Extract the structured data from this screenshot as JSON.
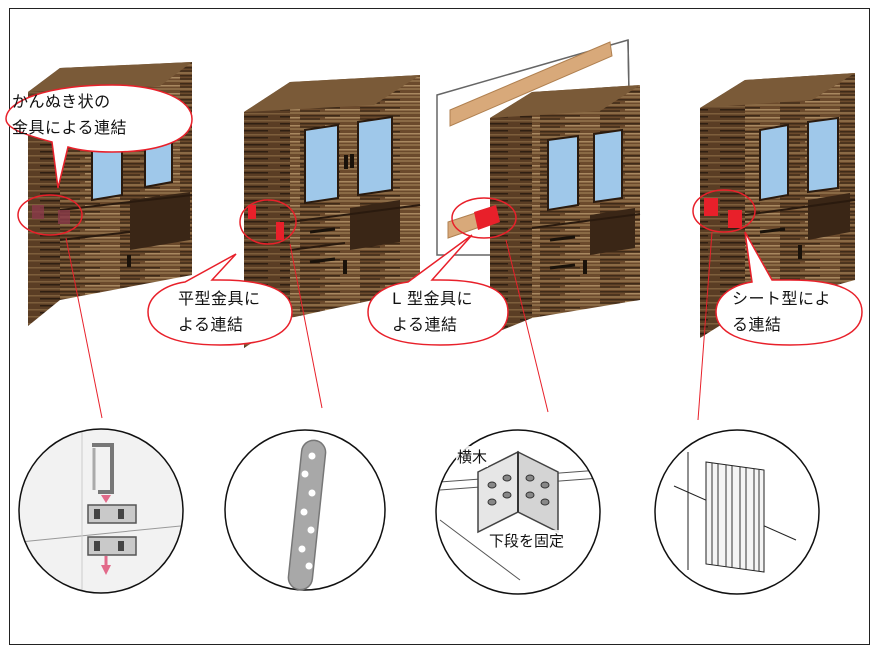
{
  "callouts": {
    "kannuki": {
      "line1": "かんぬき状の",
      "line2": "金具による連結"
    },
    "flat": {
      "line1": "平型金具に",
      "line2": "よる連結"
    },
    "lshape": {
      "line1": "L 型金具に",
      "line2": "よる連結"
    },
    "sheet": {
      "line1": "シート型によ",
      "line2": "る連結"
    }
  },
  "detail_labels": {
    "crossbar": "横木",
    "fix_lower": "下段を固定"
  },
  "colors": {
    "accent_red": "#e8202a",
    "wood_dark": "#4a3320",
    "wood_light": "#9a7a55",
    "glass": "#9fc8ea"
  }
}
